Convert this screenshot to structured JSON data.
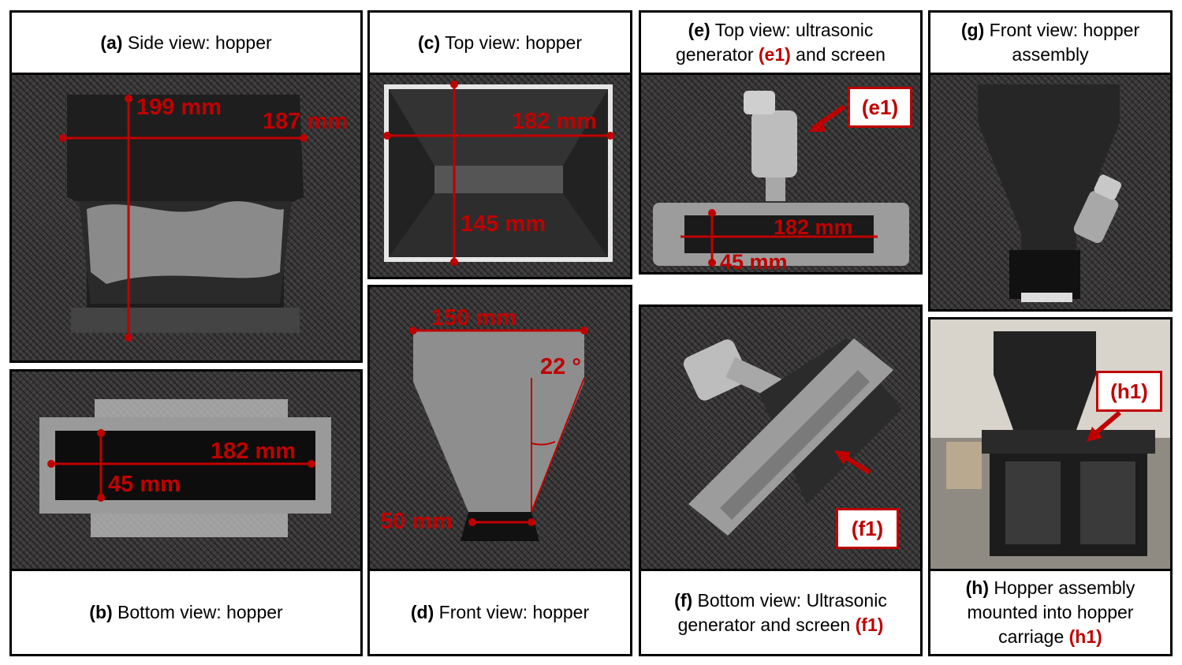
{
  "panels": {
    "a": {
      "tag": "(a)",
      "text": "Side view: hopper",
      "dims": [
        "199 mm",
        "187 mm"
      ]
    },
    "b": {
      "tag": "(b)",
      "text": "Bottom view: hopper",
      "dims": [
        "182 mm",
        "45 mm"
      ]
    },
    "c": {
      "tag": "(c)",
      "text": "Top view: hopper",
      "dims": [
        "182 mm",
        "145 mm"
      ]
    },
    "d": {
      "tag": "(d)",
      "text": "Front view: hopper",
      "dims": [
        "150 mm",
        "22 °",
        "50 mm"
      ]
    },
    "e": {
      "tag": "(e)",
      "text1": "Top view: ultrasonic",
      "text2": "generator ",
      "red": "(e1)",
      "text3": " and screen",
      "callout": "(e1)",
      "dims": [
        "182 mm",
        "45 mm"
      ]
    },
    "f": {
      "tag": "(f)",
      "text1": "Bottom view: Ultrasonic",
      "text2": "generator and screen ",
      "red": "(f1)",
      "callout": "(f1)"
    },
    "g": {
      "tag": "(g)",
      "text1": "Front view: hopper",
      "text2": "assembly"
    },
    "h": {
      "tag": "(h)",
      "text1": "Hopper assembly",
      "text2": "mounted into hopper",
      "text3": "carriage ",
      "red": "(h1)",
      "callout": "(h1)"
    }
  },
  "colors": {
    "annotation": "#c00000",
    "border": "#000000"
  }
}
